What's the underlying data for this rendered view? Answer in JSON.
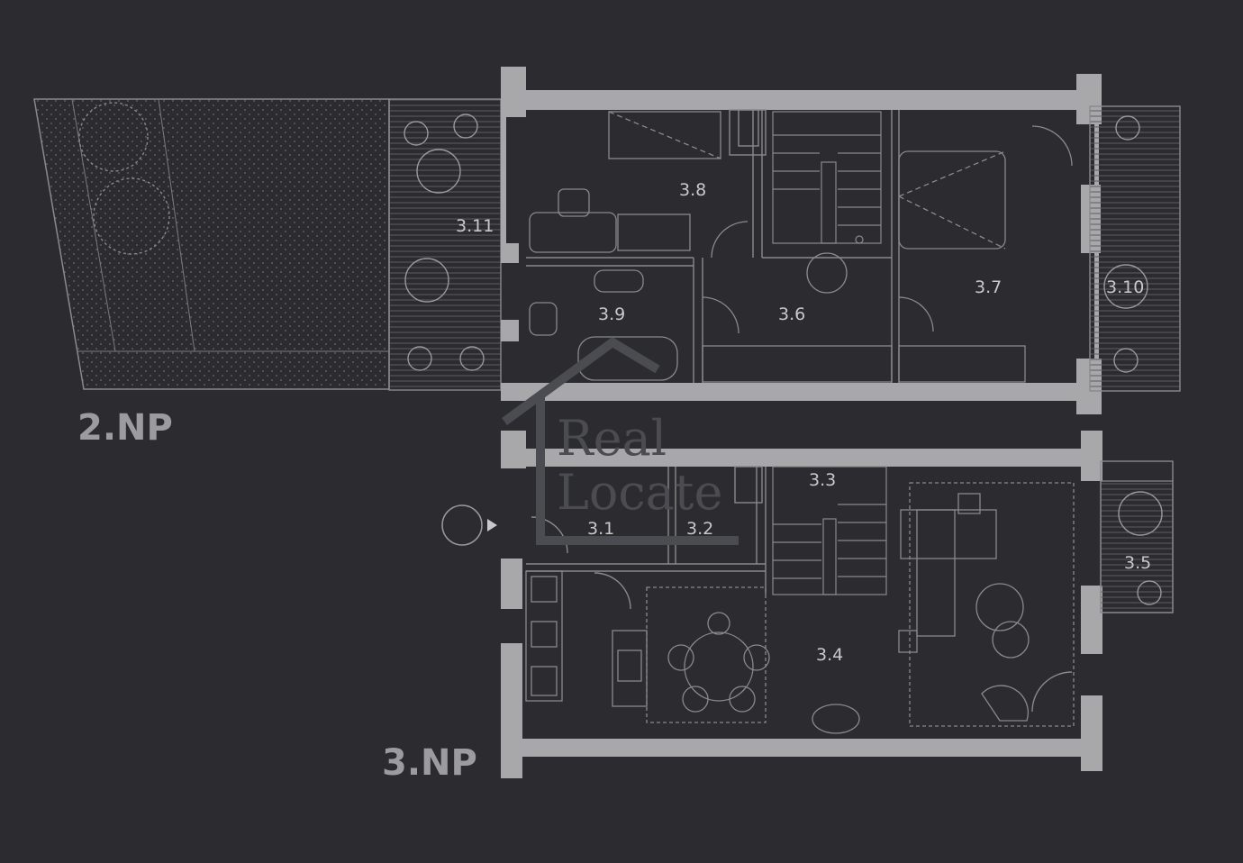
{
  "floors": {
    "upper": "2.NP",
    "lower": "3.NP"
  },
  "rooms": {
    "r311": "3.11",
    "r38": "3.8",
    "r39": "3.9",
    "r36": "3.6",
    "r37": "3.7",
    "r310": "3.10",
    "r31": "3.1",
    "r32": "3.2",
    "r33": "3.3",
    "r34": "3.4",
    "r35": "3.5"
  },
  "watermark": {
    "line1": "Real",
    "line2": "Locate"
  },
  "colors": {
    "background": "#2b2b30",
    "wall": "#a8a8aa",
    "line": "#8a8a8c",
    "text": "#c9c9c9"
  }
}
